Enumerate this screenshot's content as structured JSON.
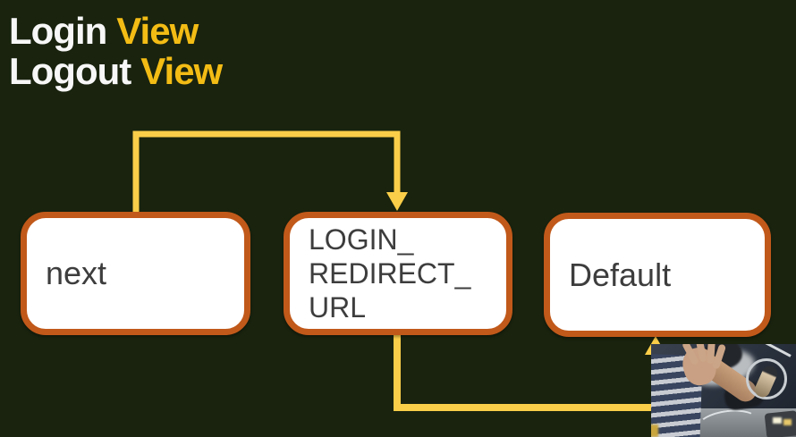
{
  "slide": {
    "title": {
      "line1": {
        "primary": "Login",
        "accent": "View"
      },
      "line2": {
        "primary": "Logout",
        "accent": "View"
      }
    }
  },
  "diagram": {
    "nodes": [
      {
        "id": "next",
        "label": "next"
      },
      {
        "id": "login-redirect-url",
        "label_lines": [
          "LOGIN_",
          "REDIRECT_",
          "URL"
        ]
      },
      {
        "id": "default",
        "label": "Default"
      }
    ],
    "arrows": [
      {
        "from": "next",
        "to": "login-redirect-url",
        "head": "down"
      },
      {
        "from": "login-redirect-url",
        "to": "default",
        "head": "up"
      }
    ]
  },
  "colors": {
    "background": "#19230e",
    "title_text": "#f7f7f7",
    "title_accent": "#f3bc15",
    "arrow": "#fbce49",
    "node_border": "#c1591a",
    "node_fill": "#ffffff",
    "node_text": "#3d3d3d"
  }
}
